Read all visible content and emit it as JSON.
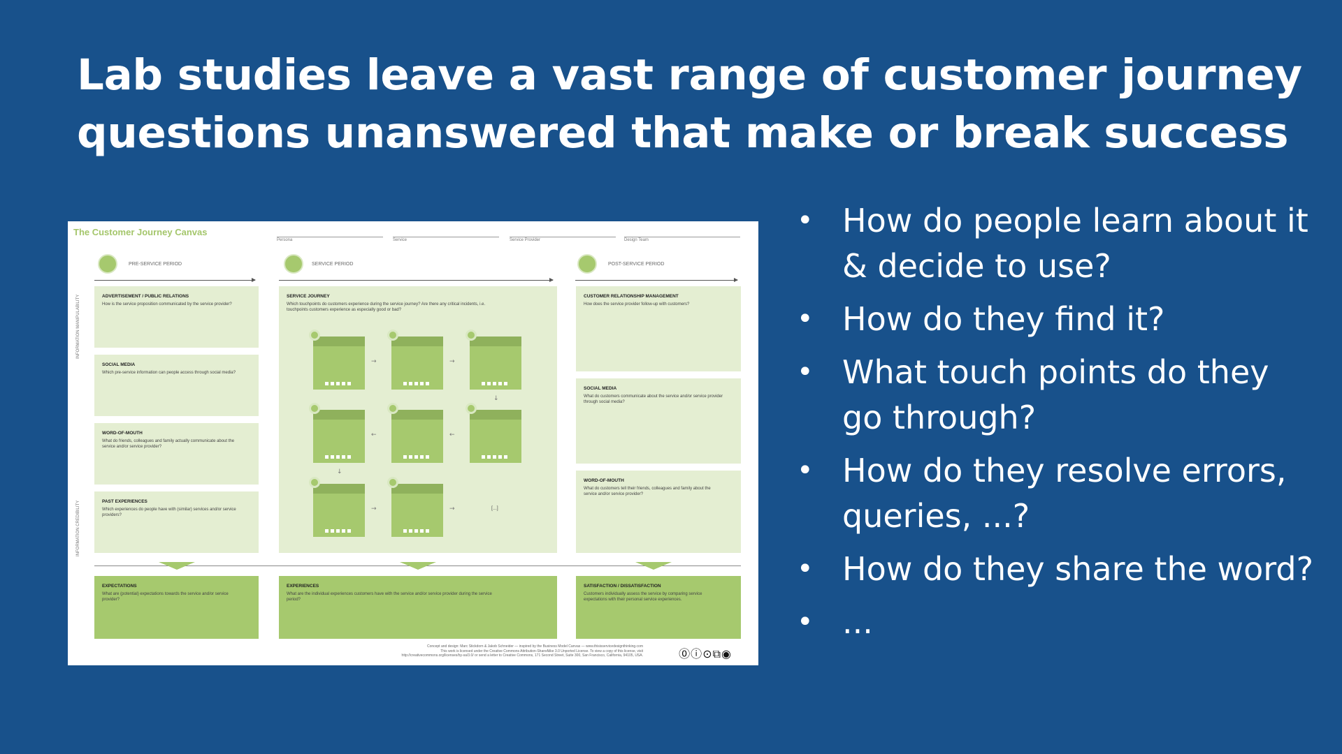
{
  "slide": {
    "title_lines": [
      "Lab studies leave a vast range of customer journey",
      "questions unanswered that make or break success"
    ],
    "bullets": [
      "How do people learn about it & decide to use?",
      "How do they find it?",
      "What touch points do they go through?",
      "How do they resolve errors, queries, ...?",
      "How do they share the word?",
      "..."
    ]
  },
  "canvas": {
    "title": "The Customer Journey Canvas",
    "header_fields": [
      "Persona",
      "Service",
      "Service Provider",
      "Design Team"
    ],
    "periods": [
      "PRE-SERVICE PERIOD",
      "SERVICE PERIOD",
      "POST-SERVICE PERIOD"
    ],
    "side_labels": [
      "INFORMATION MANIPULABILITY",
      "INFORMATION CREDIBILITY"
    ],
    "pre_sections": [
      {
        "heading": "ADVERTISEMENT / PUBLIC RELATIONS",
        "question": "How is the service proposition communicated by the service provider?"
      },
      {
        "heading": "SOCIAL MEDIA",
        "question": "Which pre-service information can people access through social media?"
      },
      {
        "heading": "WORD-OF-MOUTH",
        "question": "What do friends, colleagues and family actually communicate about the service and/or service provider?"
      },
      {
        "heading": "PAST EXPERIENCES",
        "question": "Which experiences do people have with (similar) services and/or service providers?"
      }
    ],
    "service_section": {
      "heading": "SERVICE JOURNEY",
      "question": "Which touchpoints do customers experience during the service journey? Are there any critical incidents, i.e. touchpoints customers experience as especially good or bad?"
    },
    "ellipsis_label": "[...]",
    "post_sections": [
      {
        "heading": "CUSTOMER RELATIONSHIP MANAGEMENT",
        "question": "How does the service provider follow-up with customers?"
      },
      {
        "heading": "SOCIAL MEDIA",
        "question": "What do customers communicate about the service and/or service provider through social media?"
      },
      {
        "heading": "WORD-OF-MOUTH",
        "question": "What do customers tell their friends, colleagues and family about the service and/or service provider?"
      }
    ],
    "bottom_sections": [
      {
        "heading": "EXPECTATIONS",
        "question": "What are (potential) expectations towards the service and/or service provider?"
      },
      {
        "heading": "EXPERIENCES",
        "question": "What are the individual experiences customers have with the service and/or service provider during the service period?"
      },
      {
        "heading": "SATISFACTION / DISSATISFACTION",
        "question": "Customers individually assess the service by comparing service expectations with their personal service experiences."
      }
    ],
    "footer_lines": [
      "Concept and design: Marc Stickdorn & Jakob Schneider — inspired by the Business Model Canvas — www.thisisservicedesignthinking.com",
      "This work is licensed under the Creative Commons Attribution-ShareAlike 3.0 Unported License. To view a copy of this license, visit",
      "http://creativecommons.org/licenses/by-sa/3.0/ or send a letter to Creative Commons, 171 Second Street, Suite 300, San Francisco, California, 94105, USA."
    ],
    "license_icons": "cc-license-icons"
  },
  "colors": {
    "background": "#18518b",
    "canvas_green": "#a6c96e",
    "canvas_light_green": "#e4eed2"
  }
}
